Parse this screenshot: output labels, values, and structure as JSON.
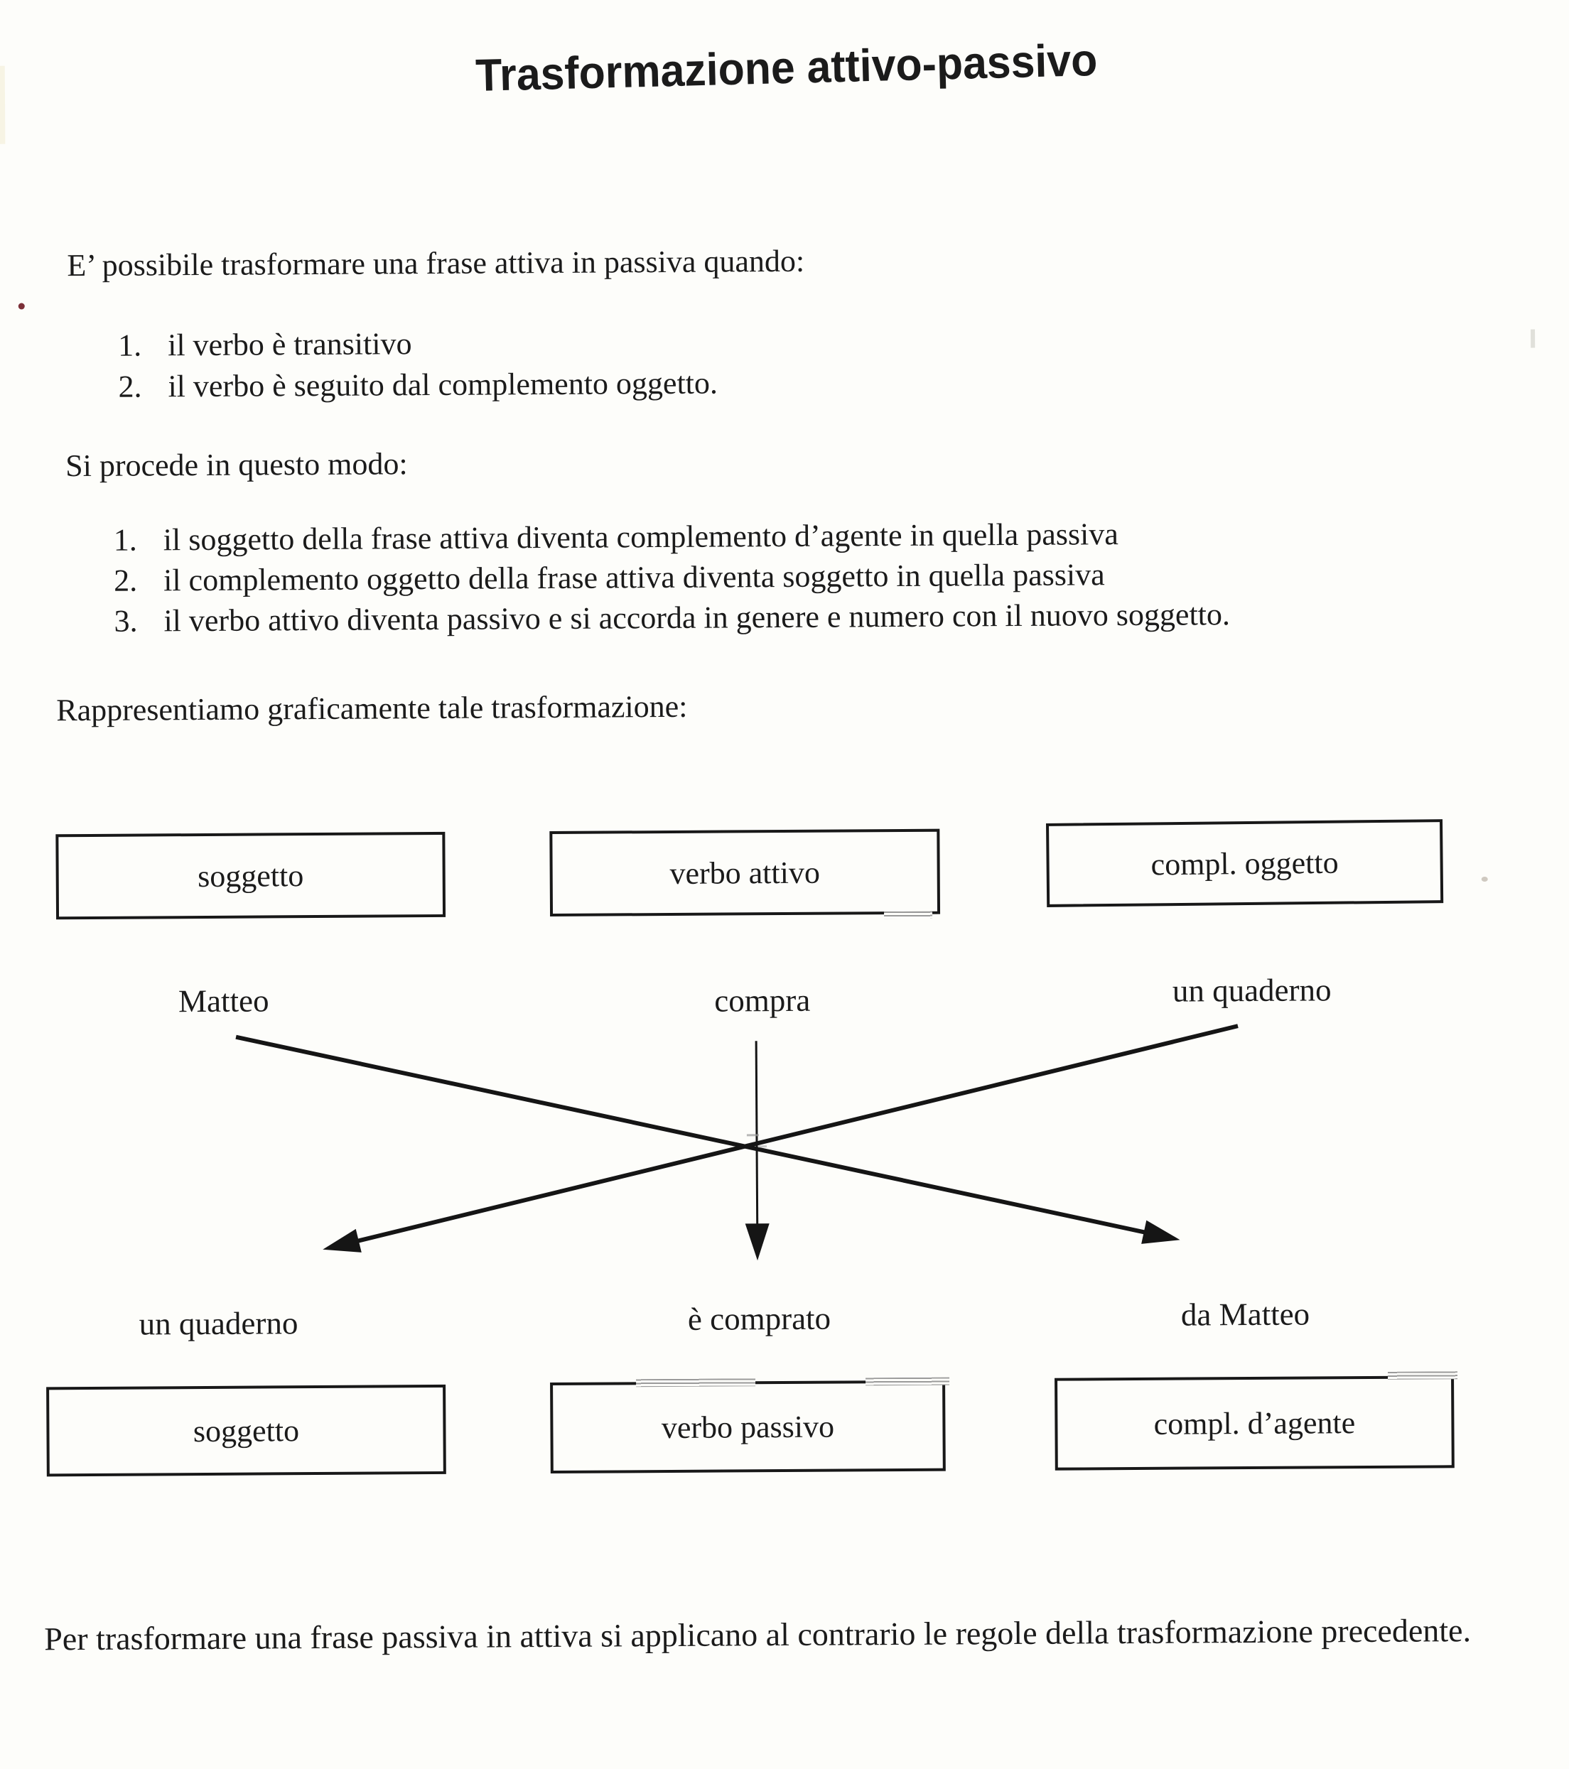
{
  "page": {
    "title": "Trasformazione attivo-passivo",
    "intro": "E’ possibile trasformare una frase attiva in passiva quando:",
    "conditions": [
      {
        "num": "1.",
        "text": "il verbo è transitivo"
      },
      {
        "num": "2.",
        "text": "il verbo è seguito dal complemento oggetto."
      }
    ],
    "procedure_heading": "Si procede in questo modo:",
    "procedure_steps": [
      {
        "num": "1.",
        "text": "il soggetto della frase attiva diventa complemento d’agente in quella passiva"
      },
      {
        "num": "2.",
        "text": "il complemento oggetto della frase attiva diventa soggetto in quella passiva"
      },
      {
        "num": "3.",
        "text": "il verbo attivo diventa passivo e si accorda in genere e numero con il nuovo soggetto."
      }
    ],
    "diagram_caption": "Rappresentiamo graficamente tale trasformazione:",
    "closing": "Per trasformare una frase passiva in attiva si applicano al contrario le regole della trasformazione precedente."
  },
  "diagram": {
    "top_boxes": [
      "soggetto",
      "verbo attivo",
      "compl. oggetto"
    ],
    "top_words": [
      "Matteo",
      "compra",
      "un quaderno"
    ],
    "bottom_words": [
      "un quaderno",
      "è comprato",
      "da Matteo"
    ],
    "bottom_boxes": [
      "soggetto",
      "verbo passivo",
      "compl. d’agente"
    ],
    "colors": {
      "ink": "#1b1b1b",
      "paper": "#fdfdfa"
    }
  }
}
